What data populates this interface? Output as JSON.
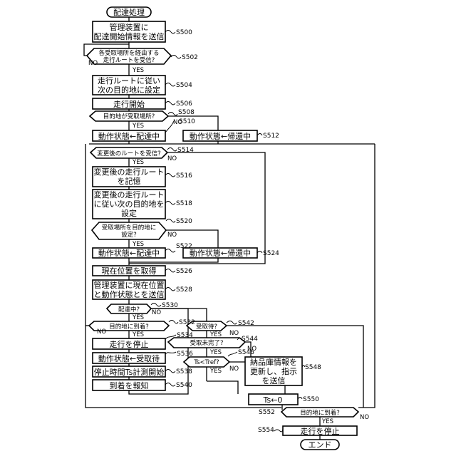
{
  "start": "配達処理",
  "end": "エンド",
  "labels": {
    "yes": "YES",
    "no": "NO"
  },
  "steps": {
    "s500": {
      "l1": "管理装置に",
      "l2": "配達開始情報を送信"
    },
    "s502": {
      "l1": "各受取場所を経由する",
      "l2": "走行ルートを受信?"
    },
    "s504": {
      "l1": "走行ルートに従い",
      "l2": "次の目的地に設定"
    },
    "s506": {
      "l1": "走行開始"
    },
    "s508": {
      "l1": "目的地が受取場所?"
    },
    "s510": {
      "l1": "動作状態←配達中"
    },
    "s512": {
      "l1": "動作状態←帰還中"
    },
    "s514": {
      "l1": "変更後のルートを受信?"
    },
    "s516": {
      "l1": "変更後の走行ルート",
      "l2": "を記憶"
    },
    "s518": {
      "l1": "変更後の走行ルート",
      "l2": "に従い次の目的地を",
      "l3": "設定"
    },
    "s520": {
      "l1": "受取場所を目的地に",
      "l2": "設定?"
    },
    "s522": {
      "l1": "動作状態←配達中"
    },
    "s524": {
      "l1": "動作状態←帰還中"
    },
    "s526": {
      "l1": "現在位置を取得"
    },
    "s528": {
      "l1": "管理装置に現在位置",
      "l2": "と動作状態とを送信"
    },
    "s530": {
      "l1": "配達中?"
    },
    "s532": {
      "l1": "目的地に到着?"
    },
    "s534": {
      "l1": "走行を停止"
    },
    "s536": {
      "l1": "動作状態←受取待"
    },
    "s538": {
      "l1": "停止時間Ts計測開始"
    },
    "s540": {
      "l1": "到着を報知"
    },
    "s542": {
      "l1": "受取待?"
    },
    "s544": {
      "l1": "受取未完了?"
    },
    "s546": {
      "l1": "Ts<Tref?"
    },
    "s548": {
      "l1": "納品庫情報を",
      "l2": "更新し、指示",
      "l3": "を送信"
    },
    "s550": {
      "l1": "Ts←0"
    },
    "s552": {
      "l1": "目的地に到着?"
    },
    "s554": {
      "l1": "走行を停止"
    }
  },
  "step_ids": {
    "s500": "S500",
    "s502": "S502",
    "s504": "S504",
    "s506": "S506",
    "s508": "S508",
    "s510": "S510",
    "s512": "S512",
    "s514": "S514",
    "s516": "S516",
    "s518": "S518",
    "s520": "S520",
    "s522": "S522",
    "s524": "S524",
    "s526": "S526",
    "s528": "S528",
    "s530": "S530",
    "s532": "S532",
    "s534": "S534",
    "s536": "S536",
    "s538": "S538",
    "s540": "S540",
    "s542": "S542",
    "s544": "S544",
    "s546": "S546",
    "s548": "S548",
    "s550": "S550",
    "s552": "S552",
    "s554": "S554"
  }
}
